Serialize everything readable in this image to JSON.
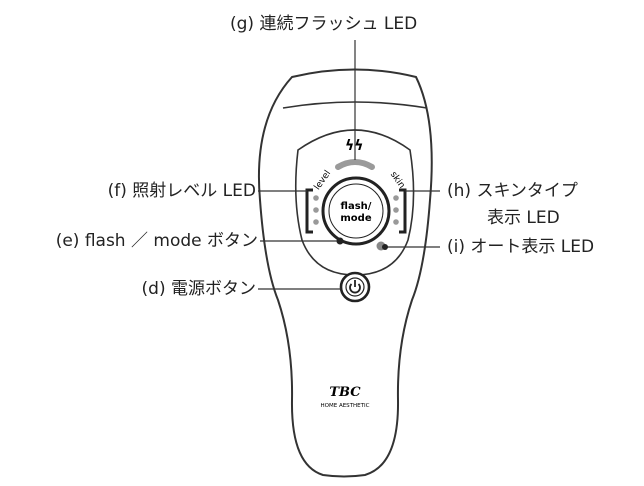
{
  "labels": {
    "g": "(g) 連続フラッシュ LED",
    "f": "(f) 照射レベル LED",
    "e": "(e) flash ／ mode ボタン",
    "d": "(d) 電源ボタン",
    "h_line1": "(h) スキンタイプ",
    "h_line2": "表示 LED",
    "i": "(i) オート表示 LED"
  },
  "device": {
    "button_text_line1": "flash/",
    "button_text_line2": "mode",
    "arc_left": "level",
    "arc_right": "skin",
    "brand": "TBC",
    "brand_sub": "HOME AESTHETIC"
  }
}
